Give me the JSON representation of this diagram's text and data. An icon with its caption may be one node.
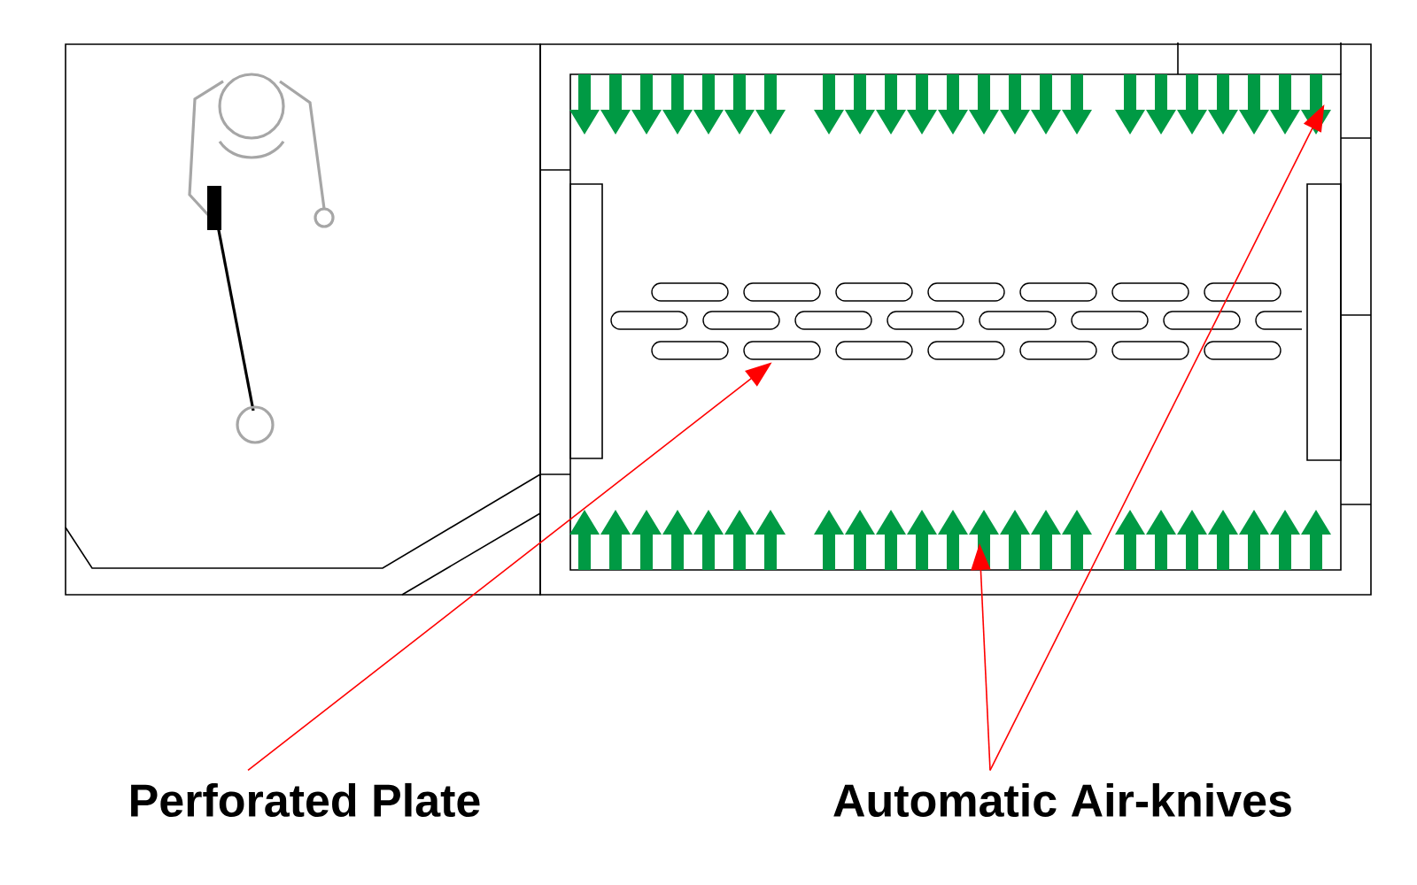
{
  "diagram": {
    "nodes": [
      {
        "text": [
          "Perforated Plate"
        ]
      },
      {
        "text": [
          "Automatic Air-knives"
        ]
      },
      {
        "text": [],
        "shape": "plate"
      },
      {
        "text": [],
        "shape": "arrow"
      },
      {
        "text": [],
        "shape": "arrow"
      }
    ],
    "edges": [
      {
        "from": 0,
        "to": 2,
        "arrow": "to"
      },
      {
        "from": 1,
        "to": 4,
        "arrow": "to"
      },
      {
        "from": 1,
        "to": 3,
        "arrow": "to"
      }
    ]
  }
}
